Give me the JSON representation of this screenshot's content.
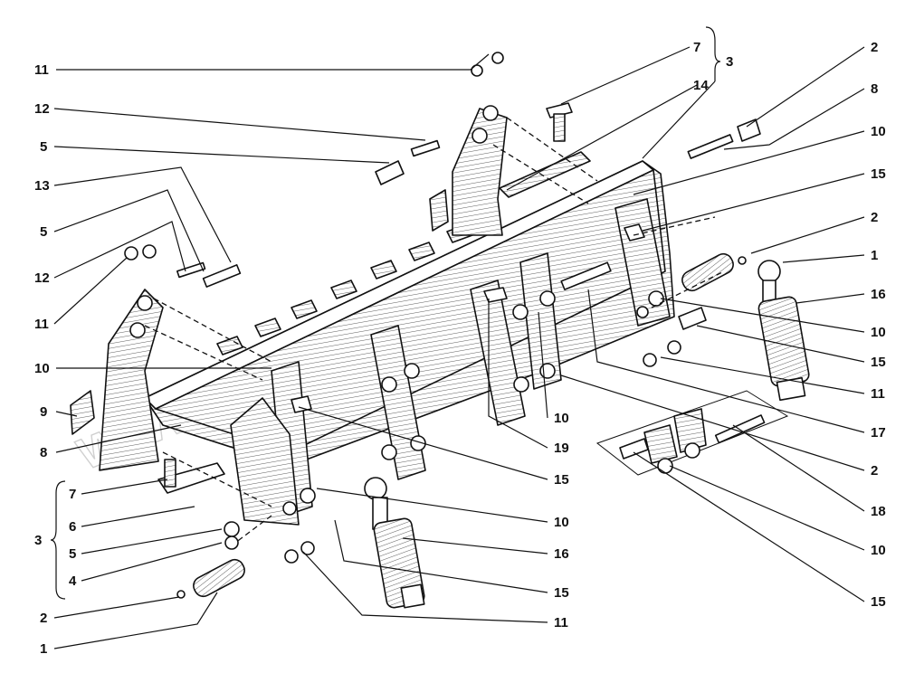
{
  "watermark": "www.autoprom.kz",
  "callouts": [
    {
      "id": "c11a",
      "text": "11"
    },
    {
      "id": "c12a",
      "text": "12"
    },
    {
      "id": "c5a",
      "text": "5"
    },
    {
      "id": "c13",
      "text": "13"
    },
    {
      "id": "c5b",
      "text": "5"
    },
    {
      "id": "c12b",
      "text": "12"
    },
    {
      "id": "c11b",
      "text": "11"
    },
    {
      "id": "c10a",
      "text": "10"
    },
    {
      "id": "c9",
      "text": "9"
    },
    {
      "id": "c8a",
      "text": "8"
    },
    {
      "id": "c7a",
      "text": "7"
    },
    {
      "id": "c6",
      "text": "6"
    },
    {
      "id": "c3a",
      "text": "3"
    },
    {
      "id": "c5c",
      "text": "5"
    },
    {
      "id": "c4",
      "text": "4"
    },
    {
      "id": "c2a",
      "text": "2"
    },
    {
      "id": "c1a",
      "text": "1"
    },
    {
      "id": "c7b",
      "text": "7"
    },
    {
      "id": "c3b",
      "text": "3"
    },
    {
      "id": "c14",
      "text": "14"
    },
    {
      "id": "c2b",
      "text": "2"
    },
    {
      "id": "c8b",
      "text": "8"
    },
    {
      "id": "c10b",
      "text": "10"
    },
    {
      "id": "c15a",
      "text": "15"
    },
    {
      "id": "c2c",
      "text": "2"
    },
    {
      "id": "c1b",
      "text": "1"
    },
    {
      "id": "c16a",
      "text": "16"
    },
    {
      "id": "c10c",
      "text": "10"
    },
    {
      "id": "c15b",
      "text": "15"
    },
    {
      "id": "c11c",
      "text": "11"
    },
    {
      "id": "c17",
      "text": "17"
    },
    {
      "id": "c2d",
      "text": "2"
    },
    {
      "id": "c18",
      "text": "18"
    },
    {
      "id": "c10d",
      "text": "10"
    },
    {
      "id": "c15c",
      "text": "15"
    },
    {
      "id": "c10e",
      "text": "10"
    },
    {
      "id": "c19",
      "text": "19"
    },
    {
      "id": "c15d",
      "text": "15"
    },
    {
      "id": "c10f",
      "text": "10"
    },
    {
      "id": "c16b",
      "text": "16"
    },
    {
      "id": "c15e",
      "text": "15"
    },
    {
      "id": "c11d",
      "text": "11"
    }
  ]
}
